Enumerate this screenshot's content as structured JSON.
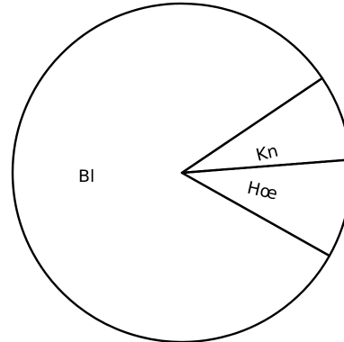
{
  "chart_data": {
    "type": "pie",
    "labels": [
      "Bl",
      "Kn",
      "Hœ"
    ],
    "values": [
      82.4,
      9.4,
      8.2
    ],
    "title": "",
    "legend": "none",
    "colors": {
      "stroke": "#000000",
      "fill": "#ffffff"
    }
  }
}
